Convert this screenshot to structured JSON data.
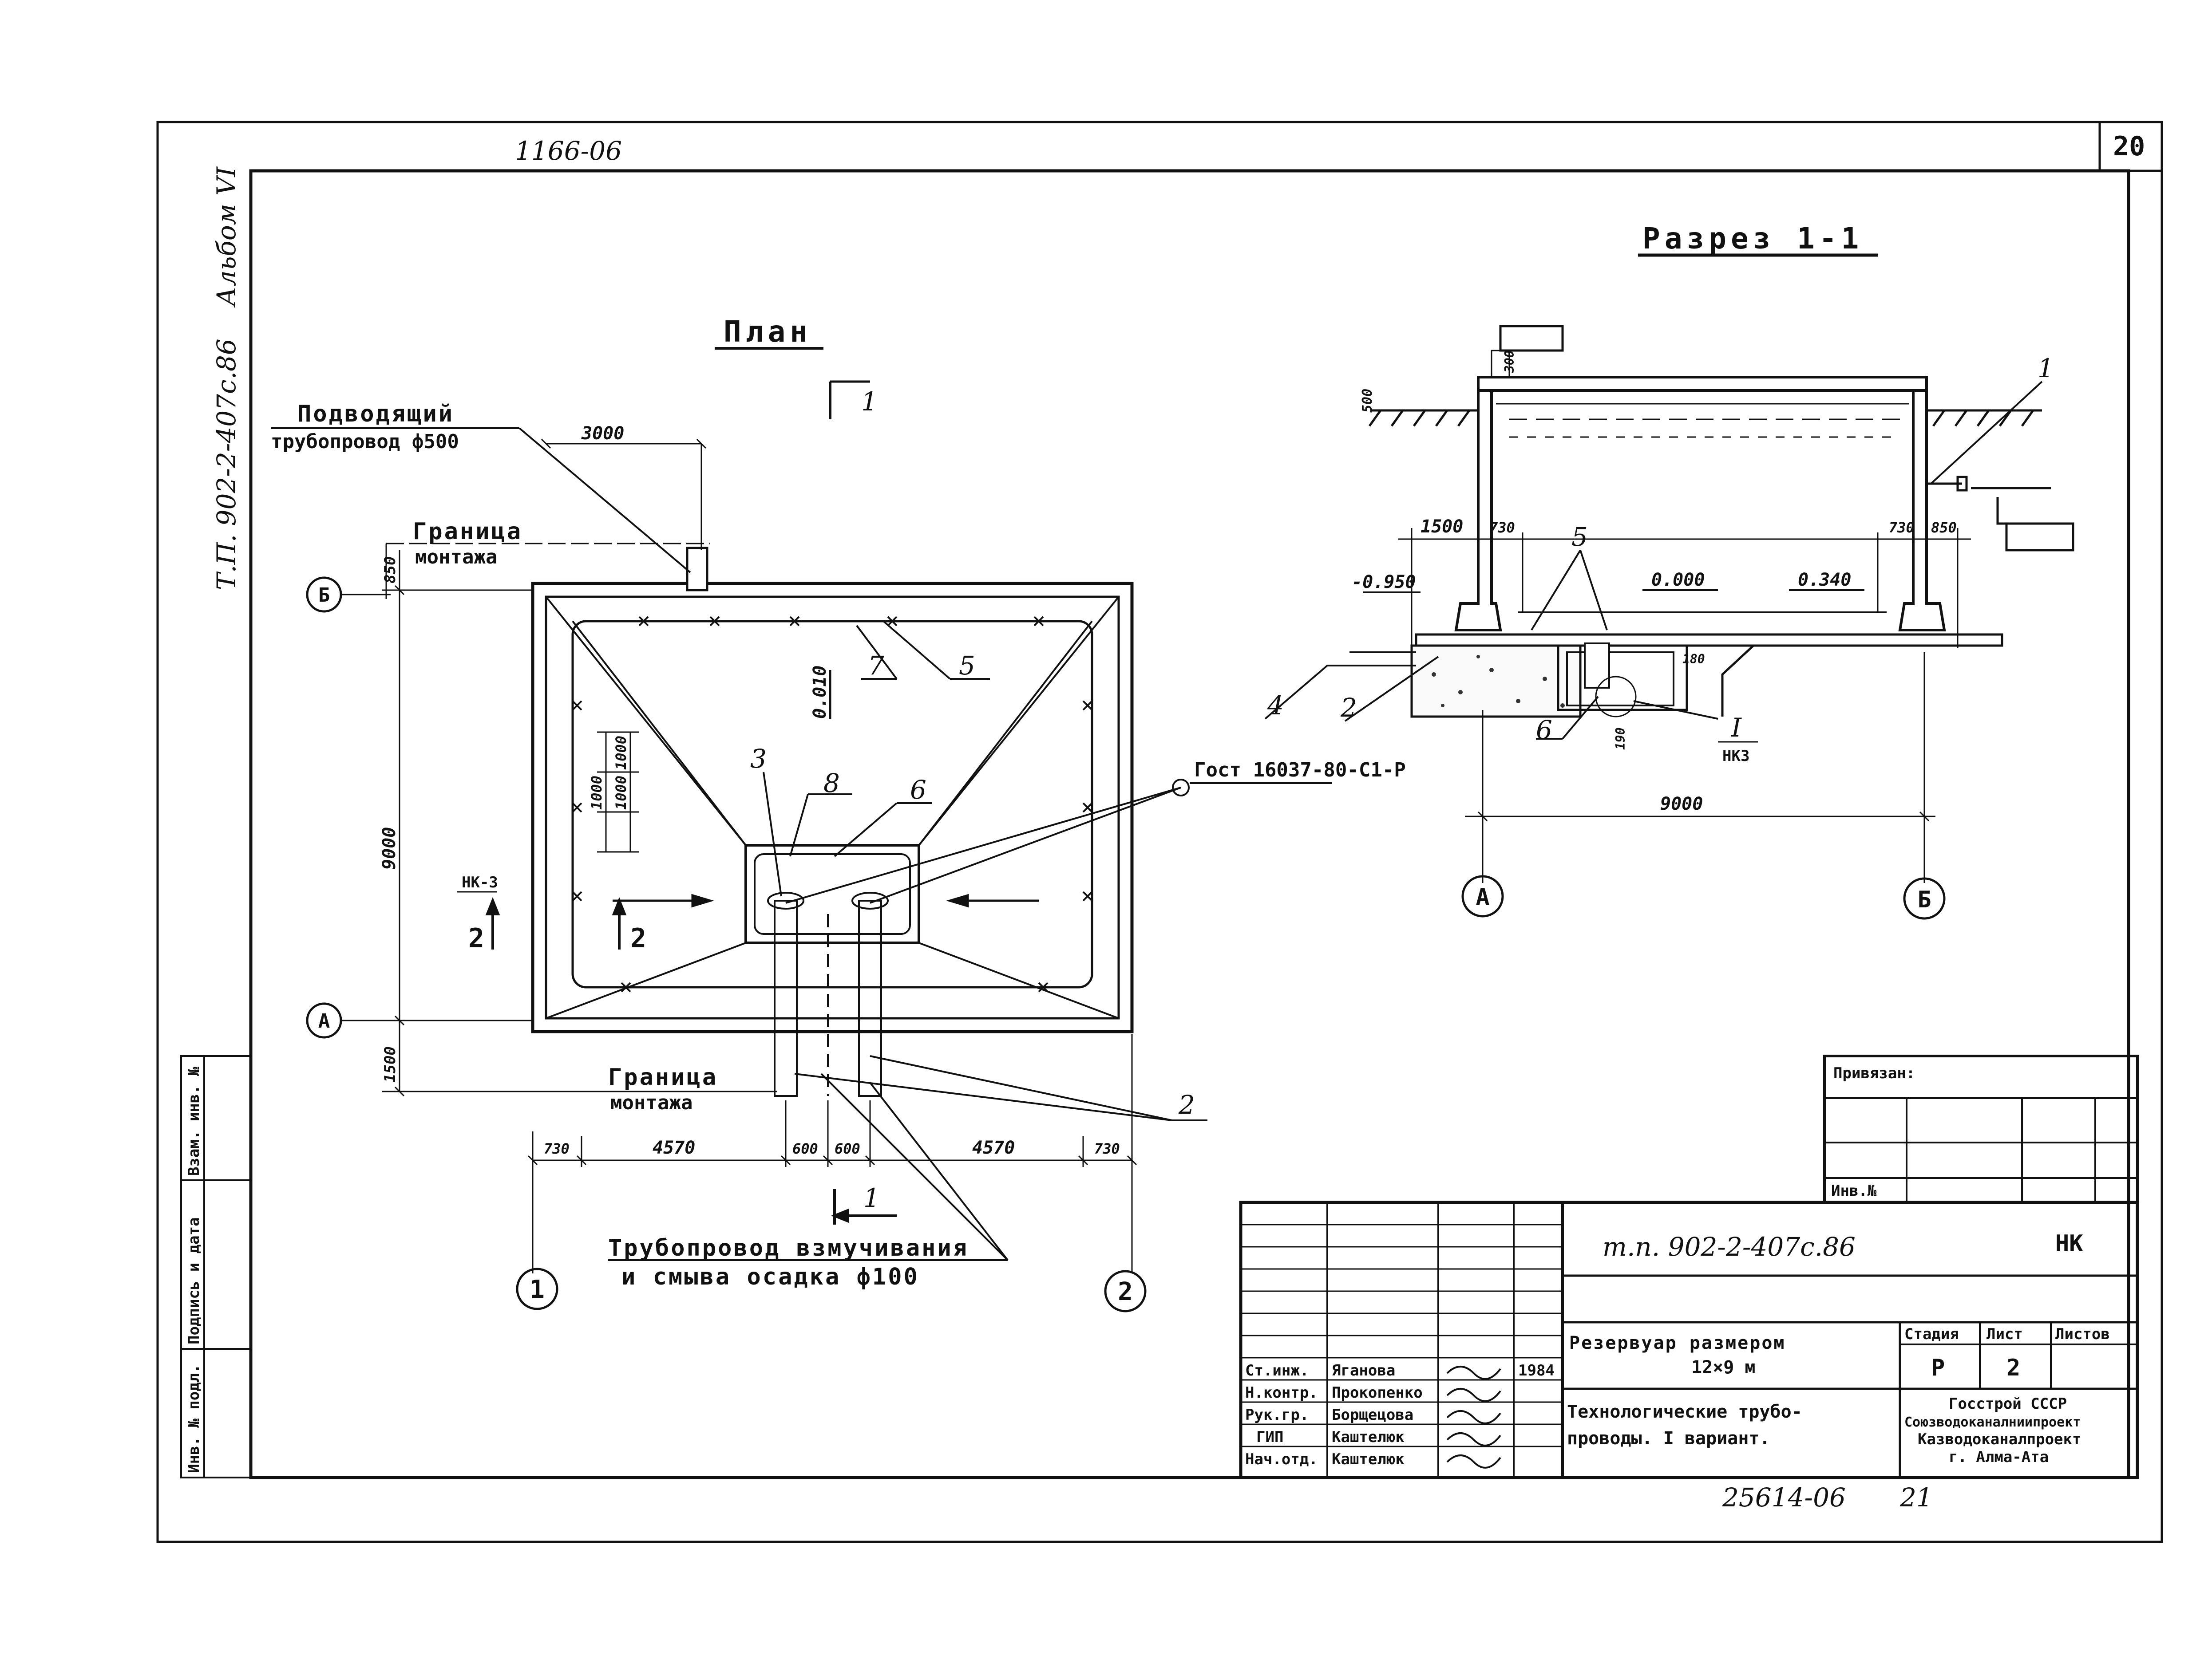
{
  "header": {
    "archive_number": "1166-06",
    "sheet_corner_number": "20",
    "left_side_code": "Т.П. 902-2-407с.86",
    "left_side_album": "Альбом VI"
  },
  "plan": {
    "title": "План",
    "section_mark": "1",
    "supply_pipe_label_1": "Подводящий",
    "supply_pipe_label_2": "трубопровод  ф500",
    "boundary_label_1": "Граница",
    "boundary_label_2": "монтажа",
    "boundary_bottom_1": "Граница",
    "boundary_bottom_2": "монтажа",
    "gost_label": "Гост 16037-80-С1-Р",
    "washout_label_1": "Трубопровод  взмучивания",
    "washout_label_2": "и  смыва  осадка  ф100",
    "slope_label": "0.010",
    "axis_b": "Б",
    "axis_a": "А",
    "axis_1": "1",
    "axis_2": "2",
    "section_2_mark": "2",
    "section_2_ref": "НК-3",
    "section_1_bottom": "1",
    "dims": {
      "d3000": "3000",
      "d850": "850",
      "d9000": "9000",
      "d1500": "1500",
      "d1000a": "1000",
      "d1000b": "1000",
      "d1000c": "1000",
      "d730a": "730",
      "d4570a": "4570",
      "d600a": "600",
      "d600b": "600",
      "d4570b": "4570",
      "d730b": "730"
    },
    "callouts": {
      "c3": "3",
      "c5": "5",
      "c6": "6",
      "c7": "7",
      "c8": "8",
      "c2": "2"
    }
  },
  "section": {
    "title": "Разрез 1-1",
    "dims": {
      "d1500": "1500",
      "d730a": "730",
      "d730b": "730",
      "d850": "850",
      "d9000": "9000",
      "d500": "500",
      "d300": "300",
      "d180": "180",
      "d190": "190"
    },
    "levels": {
      "l_minus": "-0.950",
      "l_zero": "0.000",
      "l_340": "0.340"
    },
    "callouts": {
      "c1": "1",
      "c2": "2",
      "c4": "4",
      "c5": "5",
      "c6": "6"
    },
    "detail_mark": "I",
    "detail_ref": "НК3",
    "axis_a": "А",
    "axis_b": "Б"
  },
  "titleblock": {
    "bound_label": "Привязан:",
    "inv_label": "Инв.№",
    "project_code": "т.п. 902-2-407с.86",
    "brand": "НК",
    "title_1": "Резервуар  размером",
    "title_2": "12×9 м",
    "subtitle_1": "Технологические трубо-",
    "subtitle_2": "проводы.  I вариант.",
    "stage_header": "Стадия",
    "sheet_header": "Лист",
    "sheets_header": "Листов",
    "stage_value": "Р",
    "sheet_value": "2",
    "org_1": "Госстрой СССР",
    "org_2": "Союзводоканалниипроект",
    "org_3": "Казводоканалпроект",
    "org_4": "г. Алма-Ата",
    "signers": [
      {
        "role": "Ст.инж.",
        "name": "Яганова",
        "date": "1984"
      },
      {
        "role": "Н.контр.",
        "name": "Прокопенко",
        "date": ""
      },
      {
        "role": "Рук.гр.",
        "name": "Борщецова",
        "date": ""
      },
      {
        "role": "ГИП",
        "name": "Каштелюк",
        "date": ""
      },
      {
        "role": "Нач.отд.",
        "name": "Каштелюк",
        "date": ""
      }
    ],
    "bottom_number": "25614-06",
    "bottom_page": "21"
  },
  "sidebar": {
    "inv_podl": "Инв. № подл.",
    "sign_date": "Подпись и дата",
    "vzam_inv": "Взам. инв. №"
  }
}
